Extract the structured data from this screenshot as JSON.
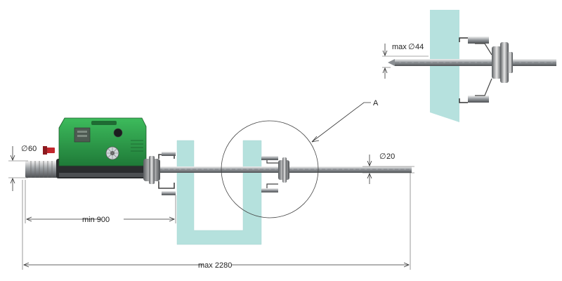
{
  "labels": {
    "detail_mark": "A",
    "max_diameter": "max",
    "max_diameter_value": "44",
    "clamp_diameter_value": "60",
    "bar_diameter_value": "20",
    "min_length": "min 900",
    "max_length": "max 2280",
    "diameter_symbol": "∅"
  },
  "colors": {
    "motor_green": "#2f9a4a",
    "wall_fill": "#a9dcd8",
    "steel": "#b8bcc0",
    "dim_line": "#333333"
  }
}
